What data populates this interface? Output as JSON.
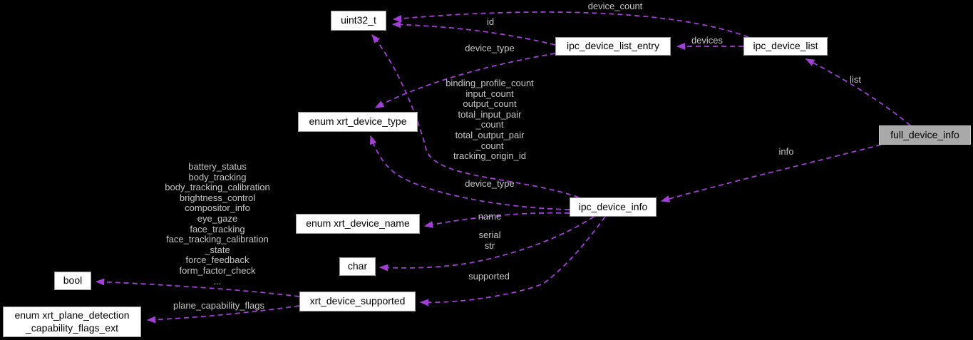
{
  "diagram": {
    "kind": "doxygen-collaboration-graph",
    "background_color": "#000000",
    "edge_color": "#a13fd6",
    "edge_label_color": "#c6c6c6",
    "node_fill": "#ffffff",
    "node_border": "#9a9a9a",
    "highlighted_node_fill": "#a9a9a9"
  },
  "nodes": [
    {
      "id": "uint32_t",
      "label": "uint32_t",
      "highlighted": false
    },
    {
      "id": "ipc_device_list_entry",
      "label": "ipc_device_list_entry",
      "highlighted": false
    },
    {
      "id": "ipc_device_list",
      "label": "ipc_device_list",
      "highlighted": false
    },
    {
      "id": "full_device_info",
      "label": "full_device_info",
      "highlighted": true
    },
    {
      "id": "enum_xrt_device_type",
      "label": "enum xrt_device_type",
      "highlighted": false
    },
    {
      "id": "ipc_device_info",
      "label": "ipc_device_info",
      "highlighted": false
    },
    {
      "id": "enum_xrt_device_name",
      "label": "enum xrt_device_name",
      "highlighted": false
    },
    {
      "id": "char",
      "label": "char",
      "highlighted": false
    },
    {
      "id": "bool",
      "label": "bool",
      "highlighted": false
    },
    {
      "id": "xrt_device_supported",
      "label": "xrt_device_supported",
      "highlighted": false
    },
    {
      "id": "enum_xrt_plane_detection_capability_flags_ext",
      "label": "enum xrt_plane_detection\n_capability_flags_ext",
      "highlighted": false
    }
  ],
  "edges": [
    {
      "from": "ipc_device_list",
      "to": "uint32_t",
      "label": "device_count"
    },
    {
      "from": "ipc_device_list_entry",
      "to": "uint32_t",
      "label": "id"
    },
    {
      "from": "ipc_device_list_entry",
      "to": "enum_xrt_device_type",
      "label": "device_type"
    },
    {
      "from": "ipc_device_list",
      "to": "ipc_device_list_entry",
      "label": "devices"
    },
    {
      "from": "full_device_info",
      "to": "ipc_device_list",
      "label": "list"
    },
    {
      "from": "full_device_info",
      "to": "ipc_device_info",
      "label": "info"
    },
    {
      "from": "ipc_device_info",
      "to": "uint32_t",
      "label": "binding_profile_count\ninput_count\noutput_count\ntotal_input_pair\n_count\ntotal_output_pair\n_count\ntracking_origin_id"
    },
    {
      "from": "ipc_device_info",
      "to": "enum_xrt_device_type",
      "label": "device_type"
    },
    {
      "from": "ipc_device_info",
      "to": "enum_xrt_device_name",
      "label": "name"
    },
    {
      "from": "ipc_device_info",
      "to": "char",
      "label": "serial\nstr"
    },
    {
      "from": "ipc_device_info",
      "to": "xrt_device_supported",
      "label": "supported"
    },
    {
      "from": "xrt_device_supported",
      "to": "bool",
      "label": "battery_status\nbody_tracking\nbody_tracking_calibration\nbrightness_control\ncompositor_info\neye_gaze\nface_tracking\nface_tracking_calibration\n_state\nforce_feedback\nform_factor_check\n..."
    },
    {
      "from": "xrt_device_supported",
      "to": "enum_xrt_plane_detection_capability_flags_ext",
      "label": "plane_capability_flags"
    }
  ]
}
